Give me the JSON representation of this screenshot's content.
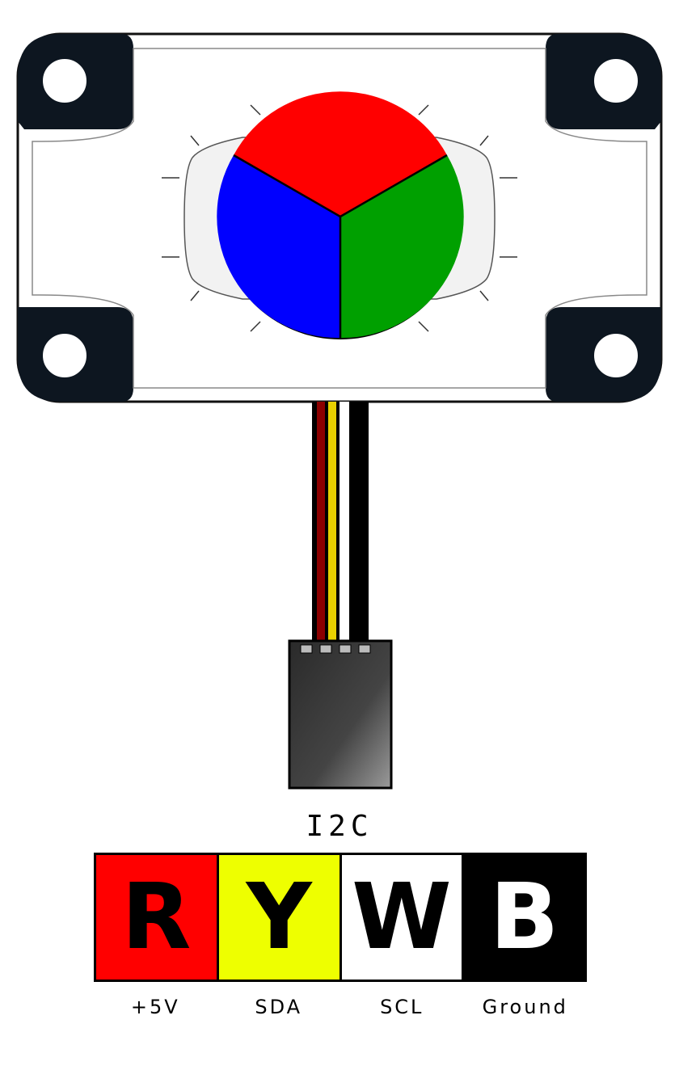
{
  "colors": {
    "red": "#ff0000",
    "yellow": "#eeff00",
    "white": "#ffffff",
    "black": "#000000",
    "sector_red": "#ff0000",
    "sector_green": "#00a000",
    "sector_blue": "#0000ff",
    "mount_dark": "#0d1620"
  },
  "sensor": {
    "icon": "rgb-color-sensor-icon",
    "sectors": [
      "red",
      "green",
      "blue"
    ]
  },
  "cable": {
    "wires": [
      "red",
      "yellow",
      "white",
      "black"
    ]
  },
  "protocol": "I2C",
  "pins": [
    {
      "letter": "R",
      "function": "+5V",
      "bg": "#ff0000",
      "fg": "#000000"
    },
    {
      "letter": "Y",
      "function": "SDA",
      "bg": "#eeff00",
      "fg": "#000000"
    },
    {
      "letter": "W",
      "function": "SCL",
      "bg": "#ffffff",
      "fg": "#000000"
    },
    {
      "letter": "B",
      "function": "Ground",
      "bg": "#000000",
      "fg": "#ffffff"
    }
  ]
}
